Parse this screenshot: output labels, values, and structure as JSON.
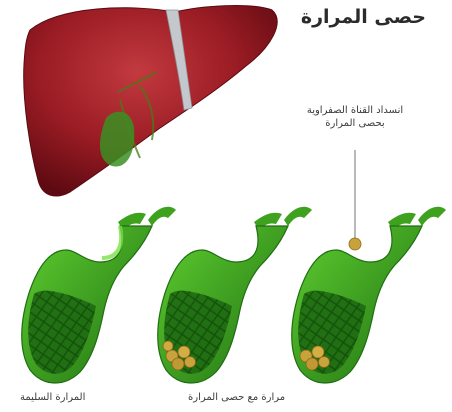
{
  "title": "حصى المرارة",
  "callout": "انسداد القناة الصفراوية بحصى المرارة",
  "caption_healthy": "المرارة السليمة",
  "caption_stones": "مرارة مع حصى المرارة",
  "colors": {
    "liver": "#9b1c24",
    "liver_dark": "#6b0e15",
    "gallbladder": "#2e8b1a",
    "gallbladder_light": "#59c42b",
    "stone": "#c8a23a",
    "ligament": "#b9bcc0"
  }
}
